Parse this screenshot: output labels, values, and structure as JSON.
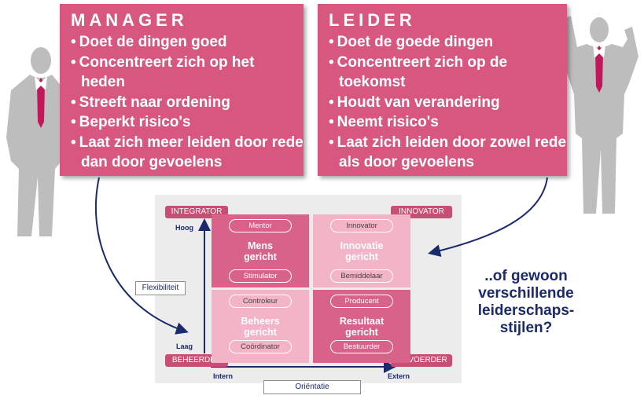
{
  "manager": {
    "title": "MANAGER",
    "items": [
      "Doet de dingen goed",
      "Concentreert zich op het heden",
      "Streeft naar ordening",
      "Beperkt risico's",
      "Laat zich meer leiden door rede dan door gevoelens"
    ]
  },
  "leider": {
    "title": "LEIDER",
    "items": [
      "Doet de goede dingen",
      "Concentreert zich op de toekomst",
      "Houdt van verandering",
      "Neemt risico's",
      "Laat zich leiden door zowel rede als door gevoelens"
    ]
  },
  "diagram": {
    "corners": {
      "integrator": "INTEGRATOR",
      "innovator": "INNOVATOR",
      "beheerder": "BEHEERDER",
      "uitvoerder": "UITVOERDER"
    },
    "y_axis": {
      "label": "Flexibiliteit",
      "high": "Hoog",
      "low": "Laag"
    },
    "x_axis": {
      "label": "Oriëntatie",
      "left": "Intern",
      "right": "Extern"
    },
    "quadrants": {
      "top_left": {
        "top_pill": "Mentor",
        "line1": "Mens",
        "line2": "gericht",
        "bottom_pill": "Stimulator"
      },
      "top_right": {
        "top_pill": "Innovator",
        "line1": "Innovatie",
        "line2": "gericht",
        "bottom_pill": "Bemiddelaar"
      },
      "bottom_left": {
        "top_pill": "Controleur",
        "line1": "Beheers",
        "line2": "gericht",
        "bottom_pill": "Coördinator"
      },
      "bottom_right": {
        "top_pill": "Producent",
        "line1": "Resultaat",
        "line2": "gericht",
        "bottom_pill": "Bestuurder"
      }
    }
  },
  "question": {
    "lines": [
      "..of gewoon",
      "verschillende",
      "leiderschaps-",
      "stijlen?"
    ]
  },
  "colors": {
    "card": "#d7577f",
    "quad_dark": "#d9628a",
    "quad_light": "#f2b4c6",
    "navy": "#1b2a6b"
  }
}
